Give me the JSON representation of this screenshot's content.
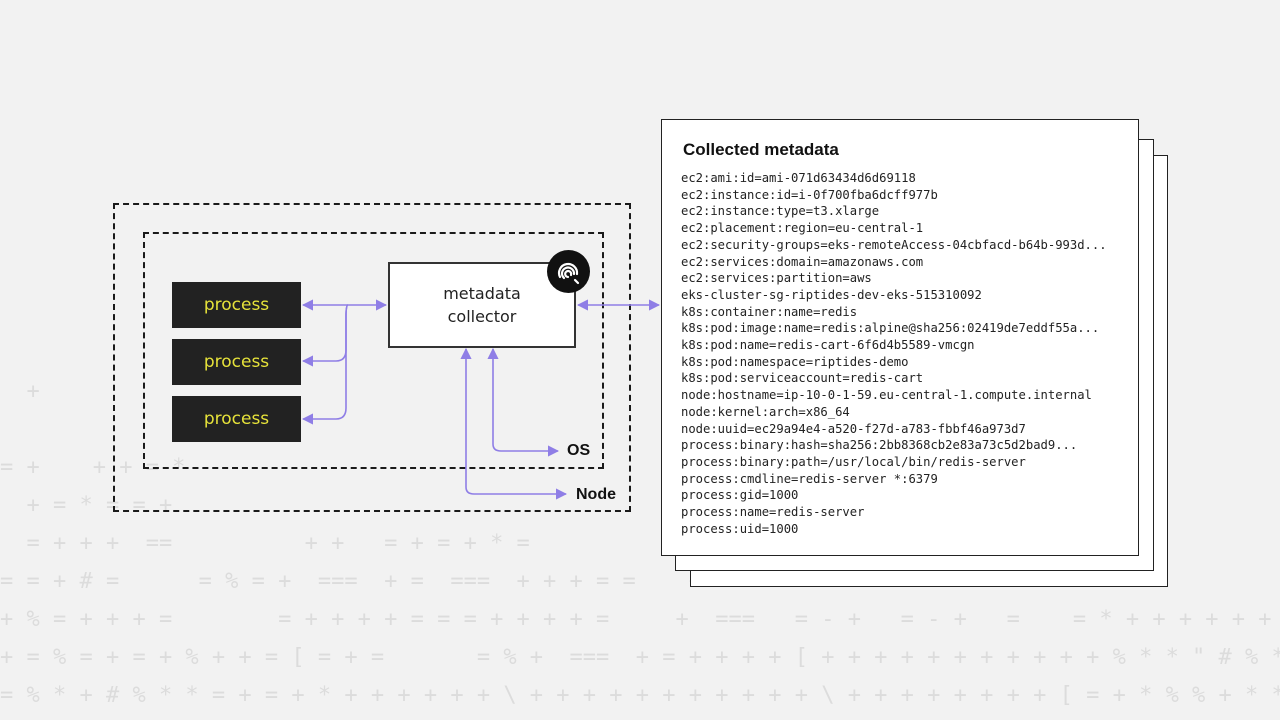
{
  "diagram": {
    "process_labels": [
      "process",
      "process",
      "process"
    ],
    "collector_lines": [
      "metadata",
      "collector"
    ],
    "os_label": "OS",
    "node_label": "Node"
  },
  "card": {
    "title": "Collected metadata",
    "lines": [
      "ec2:ami:id=ami-071d63434d6d69118",
      "ec2:instance:id=i-0f700fba6dcff977b",
      "ec2:instance:type=t3.xlarge",
      "ec2:placement:region=eu-central-1",
      "ec2:security-groups=eks-remoteAccess-04cbfacd-b64b-993d...",
      "ec2:services:domain=amazonaws.com",
      "ec2:services:partition=aws",
      "eks-cluster-sg-riptides-dev-eks-515310092",
      "k8s:container:name=redis",
      "k8s:pod:image:name=redis:alpine@sha256:02419de7eddf55a...",
      "k8s:pod:name=redis-cart-6f6d4b5589-vmcgn",
      "k8s:pod:namespace=riptides-demo",
      "k8s:pod:serviceaccount=redis-cart",
      "node:hostname=ip-10-0-1-59.eu-central-1.compute.internal",
      "node:kernel:arch=x86_64",
      "node:uuid=ec29a94e4-a520-f27d-a783-fbbf46a973d7",
      "process:binary:hash=sha256:2bb8368cb2e83a73c5d2bad9...",
      "process:binary:path=/usr/local/bin/redis-server",
      "process:cmdline=redis-server *:6379",
      "process:gid=1000",
      "process:name=redis-server",
      "process:uid=1000"
    ]
  },
  "colors": {
    "background": "#f2f2f2",
    "process_fill": "#222222",
    "process_text": "#e6e23a",
    "arrow": "#8f7ee6"
  },
  "icons": {
    "collector_badge": "riptides-logo-icon"
  }
}
